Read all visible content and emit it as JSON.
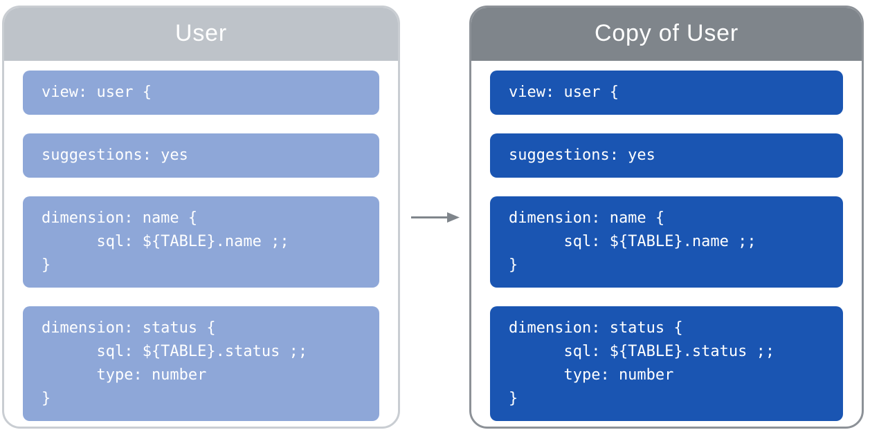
{
  "figure": {
    "background_color": "#FFFFFF",
    "text_color": "#FFFFFF"
  },
  "arrow": {
    "semantic": "copy-direction-arrow",
    "color": "#7F858B"
  },
  "panels": [
    {
      "title": "User",
      "colors": {
        "header": "#BEC3C9",
        "border": "#C9CDD2",
        "block": "#8EA7D8"
      },
      "blocks": [
        {
          "lines": [
            "view: user {"
          ]
        },
        {
          "lines": [
            "suggestions: yes"
          ]
        },
        {
          "lines": [
            "dimension: name {",
            "      sql: ${TABLE}.name ;;",
            "}"
          ]
        },
        {
          "lines": [
            "dimension: status {",
            "      sql: ${TABLE}.status ;;",
            "      type: number",
            "}"
          ]
        }
      ]
    },
    {
      "title": "Copy of User",
      "colors": {
        "header": "#7F858B",
        "border": "#8C9197",
        "block": "#1A55B2"
      },
      "blocks": [
        {
          "lines": [
            "view: user {"
          ]
        },
        {
          "lines": [
            "suggestions: yes"
          ]
        },
        {
          "lines": [
            "dimension: name {",
            "      sql: ${TABLE}.name ;;",
            "}"
          ]
        },
        {
          "lines": [
            "dimension: status {",
            "      sql: ${TABLE}.status ;;",
            "      type: number",
            "}"
          ]
        }
      ]
    }
  ]
}
